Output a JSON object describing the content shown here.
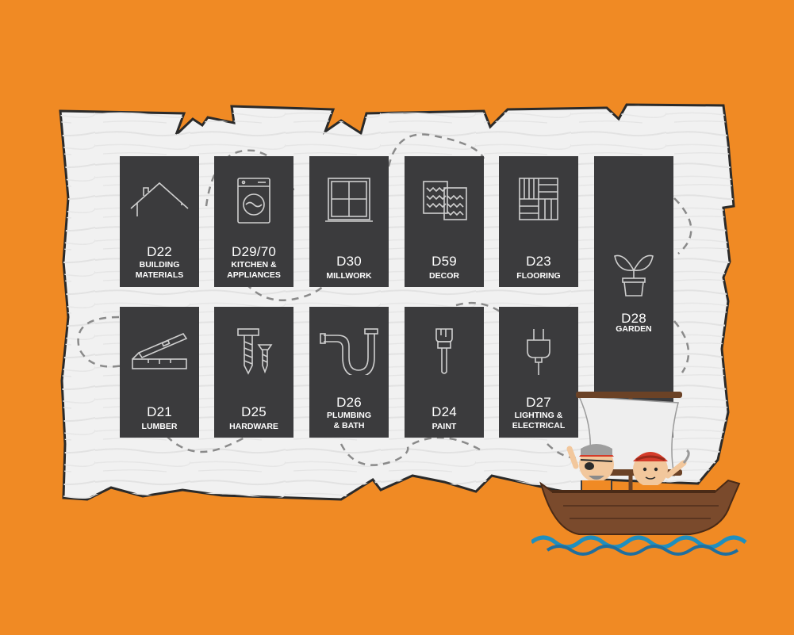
{
  "departments": [
    {
      "code": "D22",
      "name": "BUILDING\nMATERIALS",
      "icon": "house-icon"
    },
    {
      "code": "D29/70",
      "name": "KITCHEN &\nAPPLIANCES",
      "icon": "washing-machine-icon"
    },
    {
      "code": "D30",
      "name": "MILLWORK",
      "icon": "window-icon"
    },
    {
      "code": "D59",
      "name": "DECOR",
      "icon": "rug-icon"
    },
    {
      "code": "D23",
      "name": "FLOORING",
      "icon": "floor-tiles-icon"
    },
    {
      "code": "D28",
      "name": "GARDEN",
      "icon": "potted-plant-icon"
    },
    {
      "code": "D21",
      "name": "LUMBER",
      "icon": "level-ruler-icon"
    },
    {
      "code": "D25",
      "name": "HARDWARE",
      "icon": "screws-icon"
    },
    {
      "code": "D26",
      "name": "PLUMBING\n& BATH",
      "icon": "pipe-icon"
    },
    {
      "code": "D24",
      "name": "PAINT",
      "icon": "paintbrush-icon"
    },
    {
      "code": "D27",
      "name": "LIGHTING &\nELECTRICAL",
      "icon": "plug-icon"
    }
  ],
  "colors": {
    "background": "#f08a24",
    "tile": "#3b3b3d",
    "map": "#f1f1f1"
  }
}
